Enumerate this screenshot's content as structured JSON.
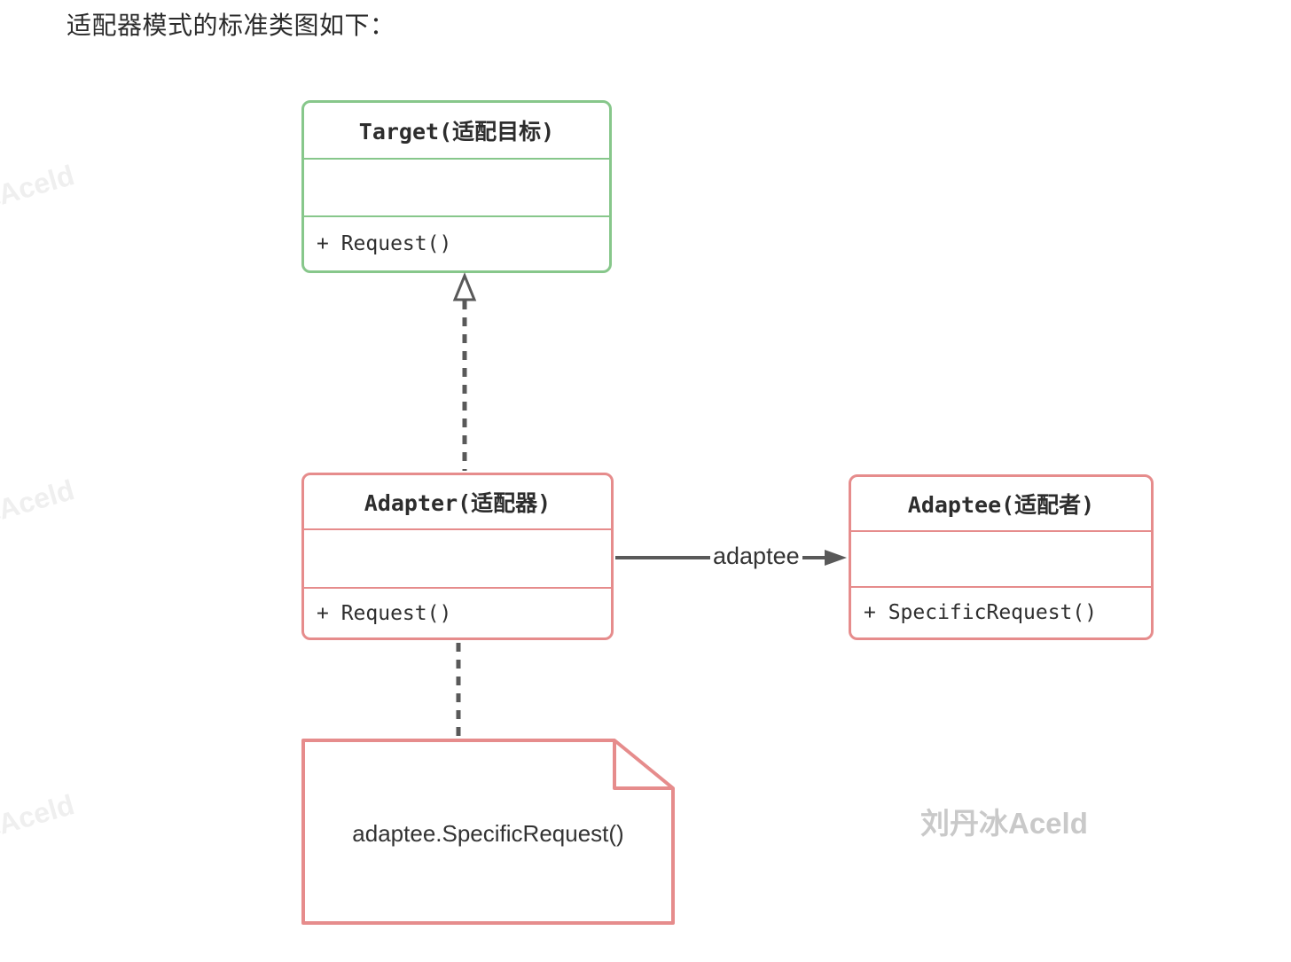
{
  "page": {
    "heading": "适配器模式的标准类图如下："
  },
  "diagram": {
    "classes": [
      {
        "id": "target",
        "name": "Target(适配目标)",
        "method": "+ Request()",
        "accent": "#87c78b"
      },
      {
        "id": "adapter",
        "name": "Adapter(适配器)",
        "method": "+ Request()",
        "accent": "#e68c8c"
      },
      {
        "id": "adaptee",
        "name": "Adaptee(适配者)",
        "method": "+ SpecificRequest()",
        "accent": "#e68c8c"
      }
    ],
    "relations": {
      "realization": "Adapter ..|> Target",
      "association_label": "adaptee"
    },
    "note_text": "adaptee.SpecificRequest()",
    "colors": {
      "green_border": "#87c78b",
      "red_border": "#e68c8c",
      "line_gray": "#595959"
    }
  },
  "watermarks": {
    "corner": "刘丹冰Aceld",
    "side": "刘丹冰Aceld"
  }
}
